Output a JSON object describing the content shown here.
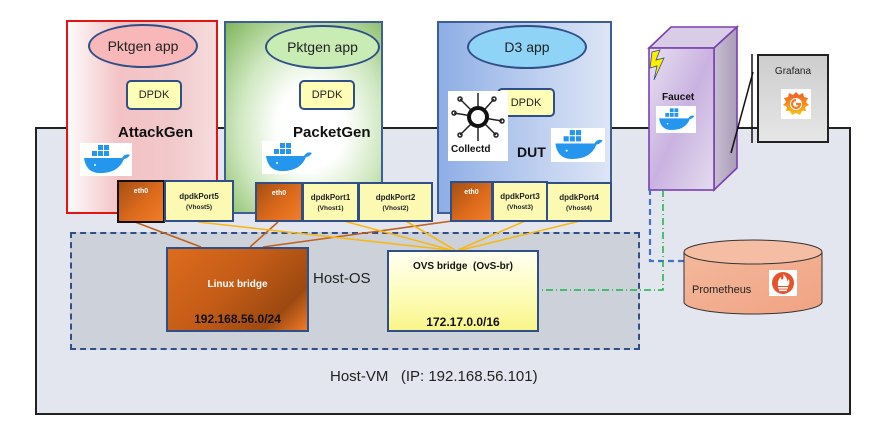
{
  "host_vm": {
    "label": "Host-VM   (IP: 192.168.56.101)"
  },
  "host_os": {
    "label": "Host-OS"
  },
  "containers": [
    {
      "id": "attackgen",
      "app": "Pktgen app",
      "dpdk": "DPDK",
      "name": "AttackGen",
      "border_color": "#e31414",
      "ports": [
        {
          "label": "eth0",
          "type": "eth"
        },
        {
          "label": "dpdkPort5",
          "sub": "(Vhost5)",
          "type": "dpdk"
        }
      ]
    },
    {
      "id": "packetgen",
      "app": "Pktgen app",
      "dpdk": "DPDK",
      "name": "PacketGen",
      "border_color": "#3d5f95",
      "ports": [
        {
          "label": "eth0",
          "type": "eth"
        },
        {
          "label": "dpdkPort1",
          "sub": "(Vhost1)",
          "type": "dpdk"
        },
        {
          "label": "dpdkPort2",
          "sub": "(Vhost2)",
          "type": "dpdk"
        }
      ]
    },
    {
      "id": "dut",
      "app": "D3 app",
      "dpdk": "DPDK",
      "name": "DUT",
      "extra": "Collectd",
      "border_color": "#3d5f95",
      "ports": [
        {
          "label": "eth0",
          "type": "eth"
        },
        {
          "label": "dpdkPort3",
          "sub": "(Vhost3)",
          "type": "dpdk"
        },
        {
          "label": "dpdkPort4",
          "sub": "(Vhost4)",
          "type": "dpdk"
        }
      ]
    }
  ],
  "linux_bridge": {
    "label": "Linux bridge",
    "subnet": "192.168.56.0/24"
  },
  "ovs_bridge": {
    "label": "OVS bridge  (OvS-br)",
    "subnet": "172.17.0.0/16"
  },
  "faucet": {
    "label": "Faucet"
  },
  "grafana": {
    "label": "Grafana"
  },
  "prometheus": {
    "label": "Prometheus"
  },
  "icons": [
    "docker-icon",
    "collectd-icon",
    "lightning-icon",
    "grafana-icon",
    "prometheus-icon"
  ],
  "colors": {
    "eth_link": "#c0601c",
    "dpdk_link": "#f5b815",
    "faucet_link": "#4472c4",
    "metrics_link": "#19b34a"
  }
}
